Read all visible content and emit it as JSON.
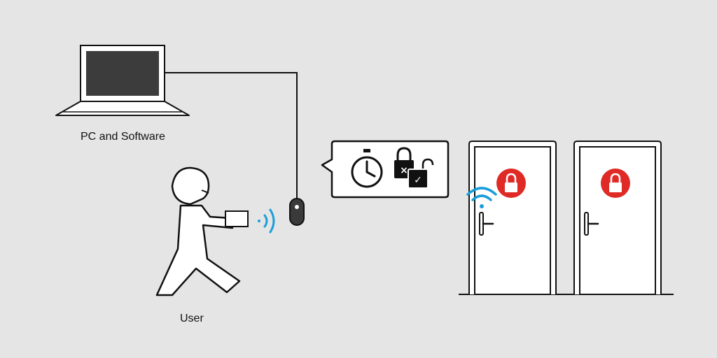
{
  "labels": {
    "pc": "PC and Software",
    "user": "User"
  },
  "colors": {
    "background": "#e5e5e5",
    "stroke": "#111111",
    "wireless": "#1a9ed9",
    "lock_badge": "#e02a26",
    "screen": "#3c3c3c"
  },
  "icons": {
    "laptop": "laptop-icon",
    "person": "person-icon",
    "card": "access-card-icon",
    "reader": "card-reader-icon",
    "timer": "stopwatch-icon",
    "lock_denied": "lock-denied-icon",
    "lock_granted": "lock-granted-icon",
    "wifi": "wifi-icon",
    "lock_badge": "padlock-icon"
  },
  "doors": {
    "count": 2,
    "items": [
      {
        "status": "locked",
        "connected": true
      },
      {
        "status": "locked",
        "connected": false
      }
    ]
  }
}
